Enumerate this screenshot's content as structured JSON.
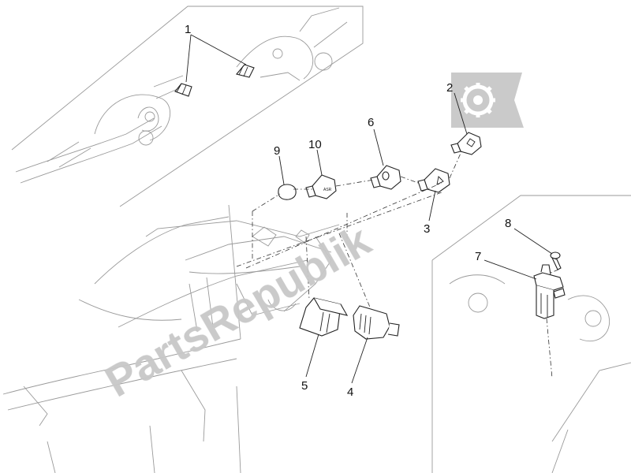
{
  "diagram": {
    "watermark_text": "PartsRepublik",
    "watermark_color": "#c8c8c8",
    "callouts": [
      {
        "id": "1",
        "label": "1"
      },
      {
        "id": "2",
        "label": "2"
      },
      {
        "id": "3",
        "label": "3"
      },
      {
        "id": "4",
        "label": "4"
      },
      {
        "id": "5",
        "label": "5"
      },
      {
        "id": "6",
        "label": "6"
      },
      {
        "id": "7",
        "label": "7"
      },
      {
        "id": "8",
        "label": "8"
      },
      {
        "id": "9",
        "label": "9"
      },
      {
        "id": "10",
        "label": "10"
      }
    ],
    "labels": {
      "key_mark": "ASR"
    },
    "icons": {
      "watermark_logo": "gear-icon"
    }
  }
}
